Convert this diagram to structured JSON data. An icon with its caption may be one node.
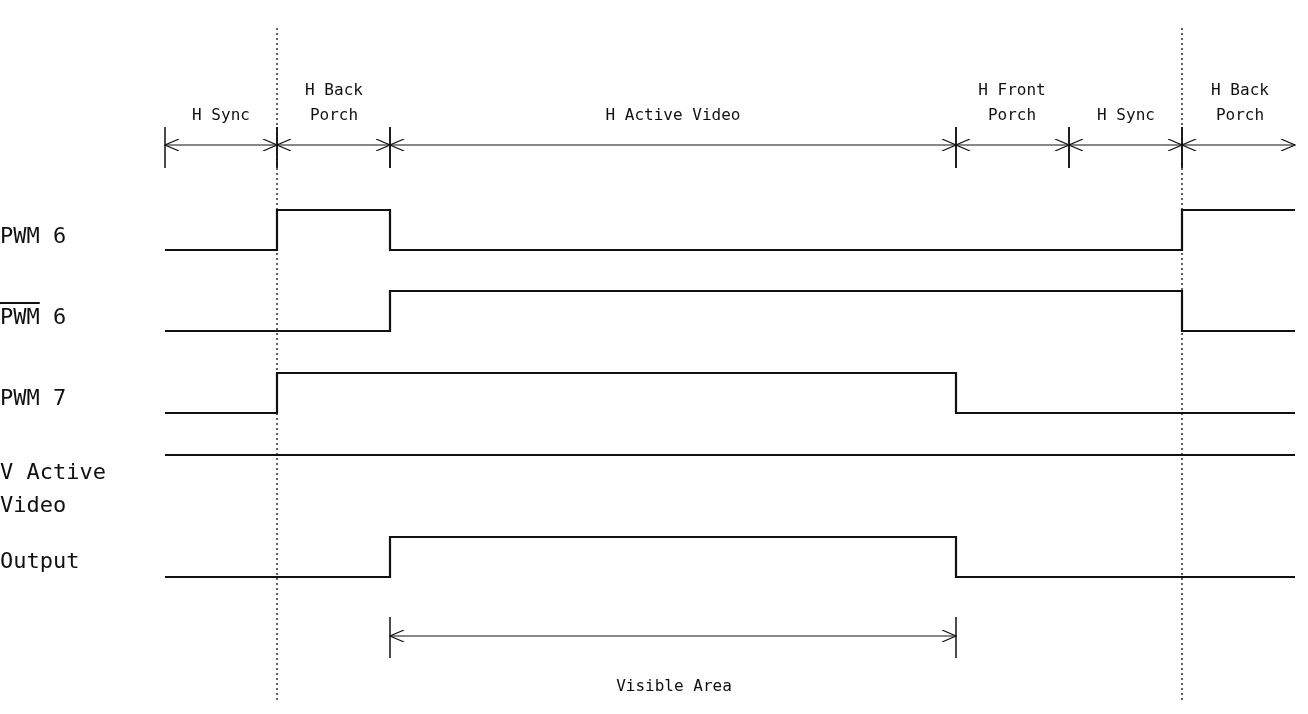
{
  "diagram": {
    "labels": [
      "H Sync",
      "H Back Porch",
      "H Active Video",
      "H Front Porch",
      "H Sync",
      "H Back Porch",
      "PWM 6",
      "PWM 6",
      "PWM 7",
      "V Active Video",
      "Output",
      "Visible Area"
    ]
  }
}
